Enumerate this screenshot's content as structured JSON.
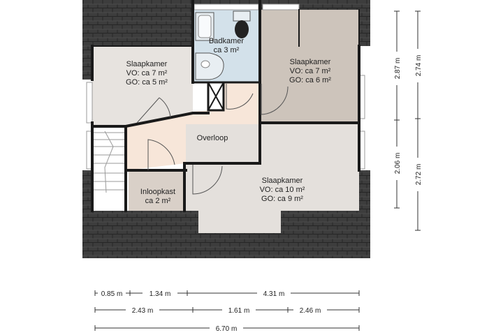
{
  "rooms": {
    "bathroom": {
      "name": "Badkamer",
      "area": "ca 3 m²"
    },
    "bedroom_left": {
      "name": "Slaapkamer",
      "vo": "VO: ca 7 m²",
      "go": "GO: ca 5 m²"
    },
    "bedroom_right": {
      "name": "Slaapkamer",
      "vo": "VO: ca 7 m²",
      "go": "GO: ca 6 m²"
    },
    "landing": {
      "name": "Overloop"
    },
    "bedroom_large": {
      "name": "Slaapkamer",
      "vo": "VO: ca 10 m²",
      "go": "GO: ca 9 m²"
    },
    "walk_in_closet": {
      "name": "Inloopkast",
      "area": "ca 2 m²"
    }
  },
  "dimensions": {
    "bottom_row1": [
      "0.85 m",
      "1.34 m",
      "4.31 m"
    ],
    "bottom_row2": [
      "2.43 m",
      "1.61 m",
      "2.46 m"
    ],
    "bottom_total": "6.70 m",
    "right_inner": [
      "2.87 m",
      "2.06 m"
    ],
    "right_outer": [
      "2.74 m",
      "2.72 m"
    ]
  },
  "colors": {
    "roof": "#3c3c3c",
    "wall": "#1a1a1a",
    "bedroom_left": "#e7e3df",
    "bedroom_right": "#cdc4bb",
    "bedroom_large": "#e4e0dc",
    "landing": "#f7e6d9",
    "bathroom": "#d3e1ea",
    "closet": "#d9d0c8"
  }
}
